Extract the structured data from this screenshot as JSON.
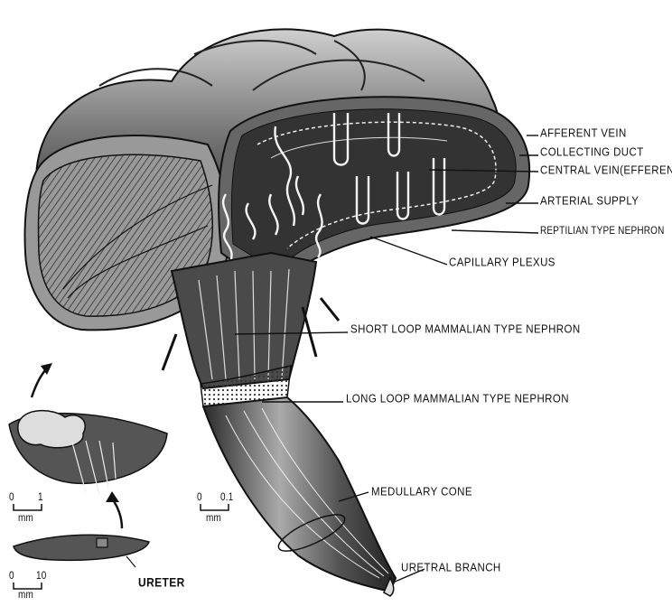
{
  "labels": {
    "afferent_vein": "AFFERENT VEIN",
    "collecting_duct": "COLLECTING DUCT",
    "central_vein": "CENTRAL VEIN(EFFERENT)",
    "arterial_supply": "ARTERIAL SUPPLY",
    "reptilian_nephron": "REPTILIAN TYPE NEPHRON",
    "capillary_plexus": "CAPILLARY PLEXUS",
    "short_loop": "SHORT LOOP MAMMALIAN TYPE NEPHRON",
    "long_loop": "LONG LOOP MAMMALIAN TYPE NEPHRON",
    "medullary_cone": "MEDULLARY CONE",
    "uretral_branch": "URETRAL BRANCH",
    "ureter": "URETER"
  },
  "scales": {
    "main": {
      "zero": "0",
      "value": "0.1",
      "unit": "mm"
    },
    "lobule_inset": {
      "zero": "0",
      "value": "1",
      "unit": "mm"
    },
    "kidney_inset": {
      "zero": "0",
      "value": "10",
      "unit": "mm"
    }
  }
}
